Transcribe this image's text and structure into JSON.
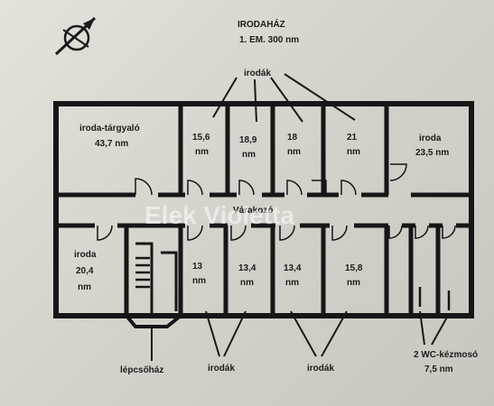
{
  "title": {
    "line1": "IRODAHÁZ",
    "line2": "1. EM. 300 nm"
  },
  "top_group_label": "irodák",
  "rooms": {
    "r1": {
      "name": "iroda-tárgyaló",
      "area": "43,7 nm"
    },
    "r2": {
      "value": "15,6",
      "unit": "nm"
    },
    "r3": {
      "value": "18,9",
      "unit": "nm"
    },
    "r4": {
      "value": "18",
      "unit": "nm"
    },
    "r5": {
      "value": "21",
      "unit": "nm"
    },
    "r6": {
      "name": "iroda",
      "area": "23,5 nm"
    },
    "r7": {
      "name": "iroda",
      "value": "20,4",
      "unit": "nm"
    },
    "r8": {
      "value": "13",
      "unit": "nm"
    },
    "r9": {
      "value": "13,4",
      "unit": "nm"
    },
    "r10": {
      "value": "13,4",
      "unit": "nm"
    },
    "r11": {
      "value": "15,8",
      "unit": "nm"
    }
  },
  "corridor_label": "Várakozó",
  "bottom_labels": {
    "stairs": "lépcsőház",
    "offices_left": "irodák",
    "offices_right": "irodák",
    "wc_line1": "2 WC-kézmosó",
    "wc_line2": "7,5 nm"
  },
  "watermark": "Elek Violetta",
  "compass_icon": "north-arrow-icon",
  "colors": {
    "wall": "#161616",
    "paper": "#dcd9d3",
    "watermark": "#ffffff"
  }
}
